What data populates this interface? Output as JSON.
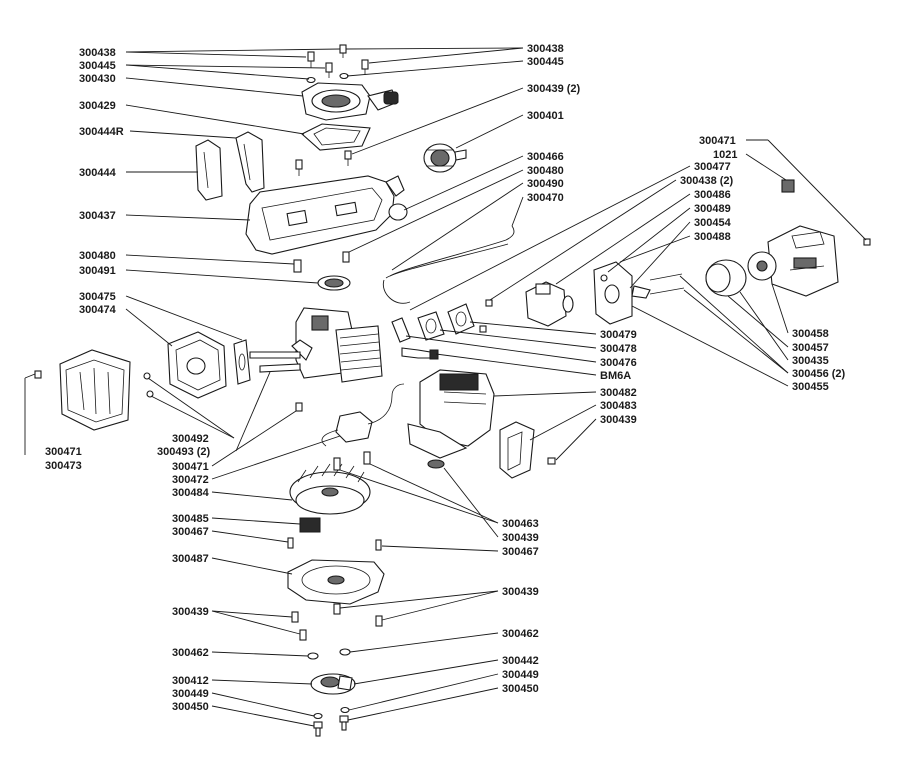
{
  "labels": {
    "l_300438_a": "300438",
    "l_300445_a": "300445",
    "l_300430": "300430",
    "l_300429": "300429",
    "l_300444R": "300444R",
    "l_300444": "300444",
    "l_300437": "300437",
    "l_300480_a": "300480",
    "l_300491": "300491",
    "l_300475": "300475",
    "l_300474": "300474",
    "l_300438_b": "300438",
    "l_300445_b": "300445",
    "l_300439_2_a": "300439 (2)",
    "l_300401": "300401",
    "l_300466": "300466",
    "l_300480_b": "300480",
    "l_300490": "300490",
    "l_300470": "300470",
    "l_300471_a": "300471",
    "l_1021": "1021",
    "l_300477": "300477",
    "l_300438_2": "300438 (2)",
    "l_300486": "300486",
    "l_300489": "300489",
    "l_300454": "300454",
    "l_300488": "300488",
    "l_300458": "300458",
    "l_300457": "300457",
    "l_300435": "300435",
    "l_300456_2": "300456 (2)",
    "l_300455": "300455",
    "l_300479": "300479",
    "l_300478": "300478",
    "l_300476": "300476",
    "l_BM6A": "BM6A",
    "l_300482": "300482",
    "l_300483": "300483",
    "l_300439_a": "300439",
    "l_300471_b": "300471",
    "l_300473": "300473",
    "l_300492": "300492",
    "l_300493_2": "300493 (2)",
    "l_300471_c": "300471",
    "l_300472": "300472",
    "l_300484": "300484",
    "l_300485": "300485",
    "l_300467_a": "300467",
    "l_300463": "300463",
    "l_300439_b": "300439",
    "l_300467_b": "300467",
    "l_300487": "300487",
    "l_300439_c": "300439",
    "l_300439_d": "300439",
    "l_300462_a": "300462",
    "l_300462_b": "300462",
    "l_300442": "300442",
    "l_300412": "300412",
    "l_300449_a": "300449",
    "l_300449_b": "300449",
    "l_300450_a": "300450",
    "l_300450_b": "300450"
  }
}
